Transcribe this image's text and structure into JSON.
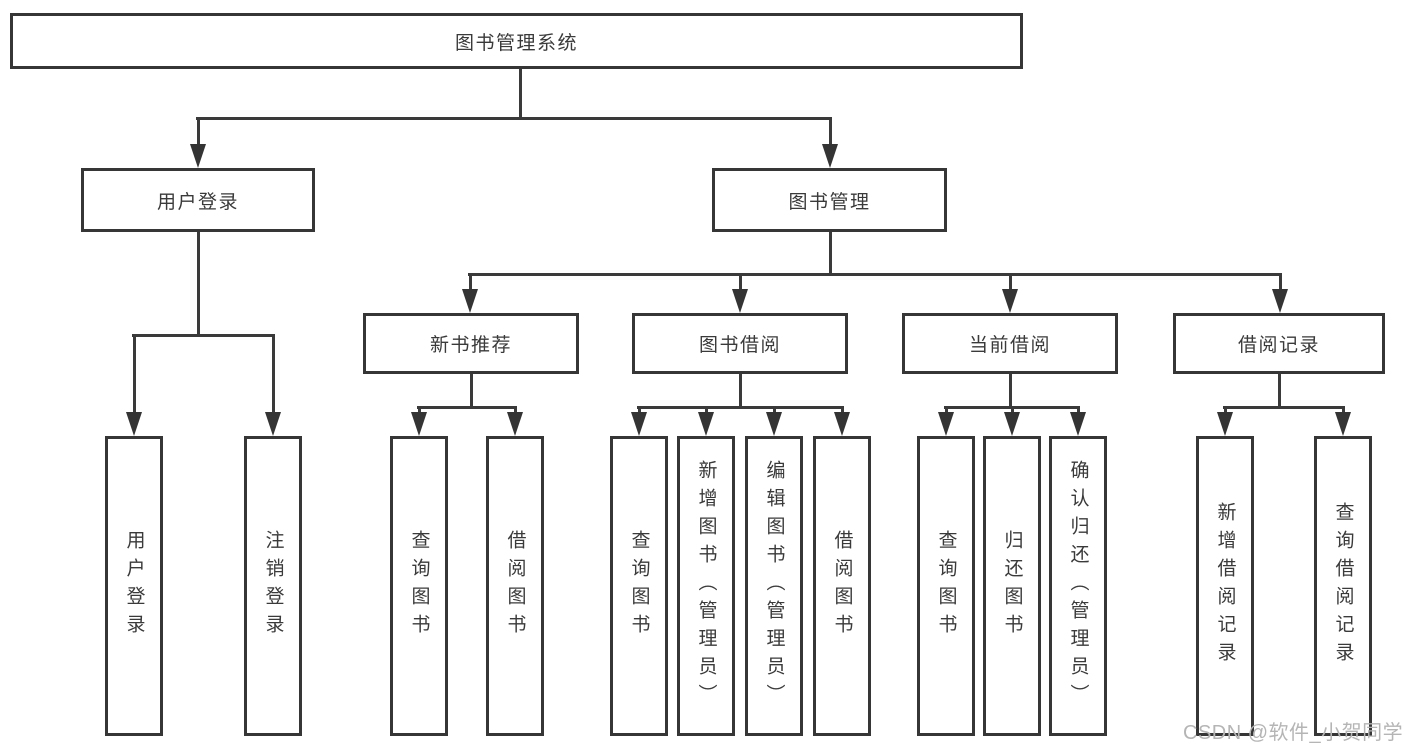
{
  "diagram": {
    "root": {
      "label": "图书管理系统"
    },
    "level2": [
      {
        "id": "user-login",
        "label": "用户登录"
      },
      {
        "id": "book-management",
        "label": "图书管理"
      }
    ],
    "level3": [
      {
        "id": "new-book-recommend",
        "label": "新书推荐"
      },
      {
        "id": "book-borrowing",
        "label": "图书借阅"
      },
      {
        "id": "current-borrowing",
        "label": "当前借阅"
      },
      {
        "id": "borrowing-records",
        "label": "借阅记录"
      }
    ],
    "leaves": {
      "user_login": [
        "用户登录",
        "注销登录"
      ],
      "new_book_recommend": [
        "查询图书",
        "借阅图书"
      ],
      "book_borrowing": [
        "查询图书",
        "新增图书（管理员）",
        "编辑图书（管理员）",
        "借阅图书"
      ],
      "current_borrowing": [
        "查询图书",
        "归还图书",
        "确认归还（管理员）"
      ],
      "borrowing_records": [
        "新增借阅记录",
        "查询借阅记录"
      ]
    },
    "colors": {
      "line": "#3a3a3a",
      "text": "#3a3a3a",
      "box_background": "#ffffff",
      "watermark": "#b5b5b5"
    }
  },
  "watermark": {
    "text": "CSDN @软件_小贺同学"
  }
}
